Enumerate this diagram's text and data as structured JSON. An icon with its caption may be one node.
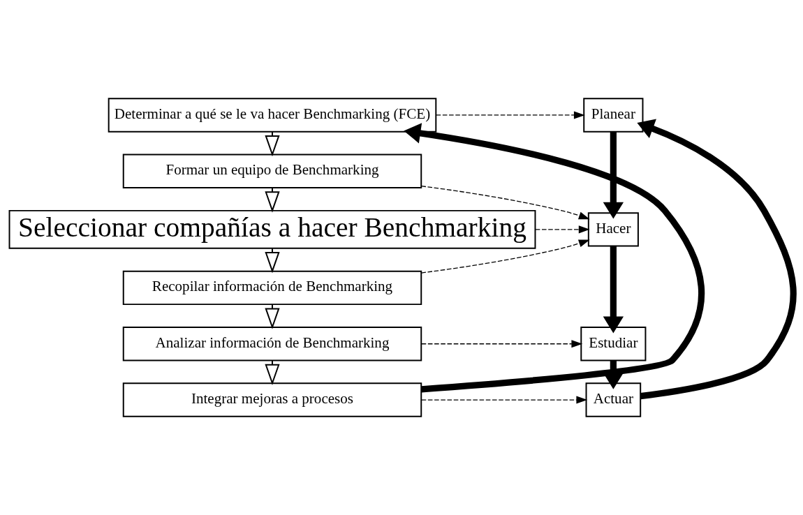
{
  "diagram": {
    "nodes": [
      {
        "text": [
          "Determinar a qué se le va hacer Benchmarking (FCE)"
        ]
      },
      {
        "text": [
          "Formar un equipo de Benchmarking"
        ]
      },
      {
        "text": [
          "Seleccionar compañías a hacer Benchmarking"
        ]
      },
      {
        "text": [
          "Recopilar información de Benchmarking"
        ]
      },
      {
        "text": [
          "Analizar información de Benchmarking"
        ]
      },
      {
        "text": [
          "Integrar mejoras a procesos"
        ]
      },
      {
        "text": [
          "Planear"
        ]
      },
      {
        "text": [
          "Hacer"
        ]
      },
      {
        "text": [
          "Estudiar"
        ]
      },
      {
        "text": [
          "Actuar"
        ]
      }
    ],
    "edges": [
      {
        "from": 0,
        "to": 1,
        "arrow": "to"
      },
      {
        "from": 1,
        "to": 2,
        "arrow": "to"
      },
      {
        "from": 2,
        "to": 3,
        "arrow": "to"
      },
      {
        "from": 3,
        "to": 4,
        "arrow": "to"
      },
      {
        "from": 4,
        "to": 5,
        "arrow": "to"
      },
      {
        "from": 0,
        "to": 6,
        "arrow": "to",
        "style": "dashed"
      },
      {
        "from": 1,
        "to": 7,
        "arrow": "to",
        "style": "dashed"
      },
      {
        "from": 2,
        "to": 7,
        "arrow": "to",
        "style": "dashed"
      },
      {
        "from": 3,
        "to": 7,
        "arrow": "to",
        "style": "dashed"
      },
      {
        "from": 4,
        "to": 8,
        "arrow": "to",
        "style": "dashed"
      },
      {
        "from": 5,
        "to": 9,
        "arrow": "to",
        "style": "dashed"
      },
      {
        "from": 6,
        "to": 7,
        "arrow": "to",
        "style": "thick"
      },
      {
        "from": 7,
        "to": 8,
        "arrow": "to",
        "style": "thick"
      },
      {
        "from": 8,
        "to": 9,
        "arrow": "to",
        "style": "thick"
      },
      {
        "from": 9,
        "to": 6,
        "arrow": "to",
        "style": "thick"
      },
      {
        "from": 5,
        "to": 0,
        "arrow": "to",
        "style": "thick"
      }
    ]
  }
}
